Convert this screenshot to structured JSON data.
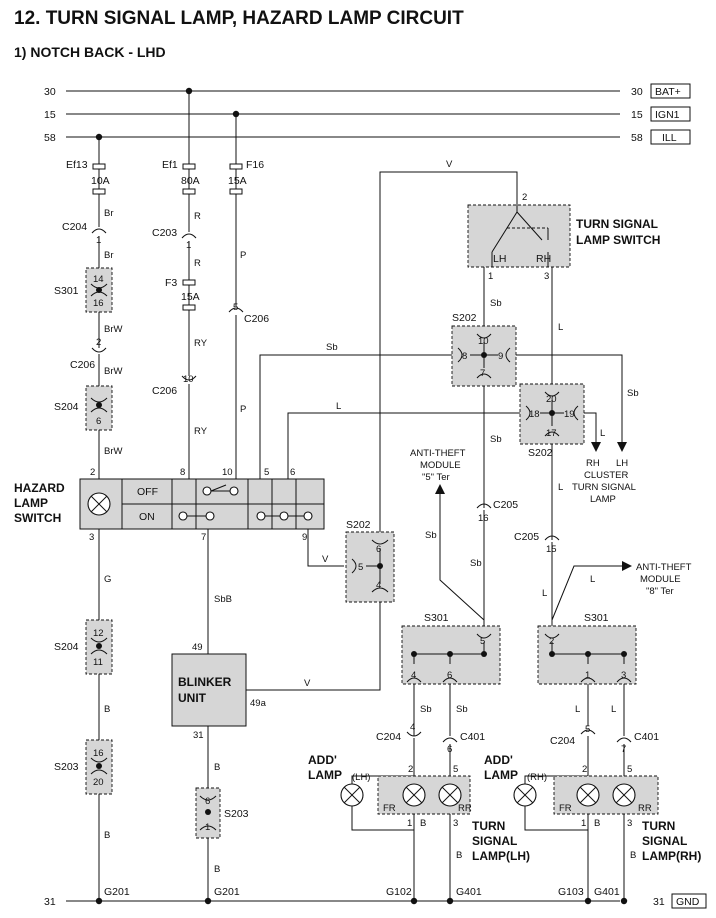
{
  "title": "12. TURN SIGNAL LAMP, HAZARD LAMP CIRCUIT",
  "subtitle": "1)  NOTCH BACK - LHD",
  "rails": {
    "r30": "30",
    "r15": "15",
    "r58": "58",
    "r31": "31",
    "bat": "BAT+",
    "ign": "IGN1",
    "ill": "ILL",
    "gnd": "GND"
  },
  "fuses": {
    "ef13": "Ef13",
    "ef13_amp": "10A",
    "ef1": "Ef1",
    "ef1_amp": "80A",
    "f16": "F16",
    "f16_amp": "15A",
    "f3": "F3",
    "f3_amp": "15A"
  },
  "connectors": {
    "c204": "C204",
    "c203": "C203",
    "c206": "C206",
    "c205": "C205",
    "c401": "C401"
  },
  "splices": {
    "s301": "S301",
    "s204": "S204",
    "s202": "S202",
    "s203": "S203"
  },
  "wires": {
    "br": "Br",
    "brw": "BrW",
    "r": "R",
    "ry": "RY",
    "p": "P",
    "v": "V",
    "sb": "Sb",
    "l": "L",
    "g": "G",
    "b": "B",
    "sbb": "SbB"
  },
  "pins": {
    "p1": "1",
    "p2": "2",
    "p3": "3",
    "p4": "4",
    "p5": "5",
    "p6": "6",
    "p7": "7",
    "p8": "8",
    "p9": "9",
    "p10": "10",
    "p11": "11",
    "p12": "12",
    "p14": "14",
    "p15": "15",
    "p16": "16",
    "p17": "17",
    "p18": "18",
    "p19": "19",
    "p20": "20",
    "p49": "49",
    "p49a": "49a"
  },
  "components": {
    "turn_switch_1": "TURN SIGNAL",
    "turn_switch_2": "LAMP SWITCH",
    "lh": "LH",
    "rh": "RH",
    "hazard_1": "HAZARD",
    "hazard_2": "LAMP",
    "hazard_3": "SWITCH",
    "off": "OFF",
    "on": "ON",
    "blinker_1": "BLINKER",
    "blinker_2": "UNIT",
    "anti_theft_1": "ANTI-THEFT",
    "anti_theft_2": "MODULE",
    "anti_theft_5": "\"5\" Ter",
    "anti_theft_8": "\"8\" Ter",
    "cluster_1": "CLUSTER",
    "cluster_2": "TURN SIGNAL",
    "cluster_3": "LAMP",
    "add_lamp_1": "ADD'",
    "add_lamp_2": "LAMP",
    "lh_paren": "(LH)",
    "rh_paren": "(RH)",
    "fr": "FR",
    "rr": "RR",
    "tsl_1": "TURN",
    "tsl_2": "SIGNAL",
    "tsl_lh": "LAMP(LH)",
    "tsl_rh": "LAMP(RH)"
  },
  "grounds": {
    "g201": "G201",
    "g102": "G102",
    "g401": "G401",
    "g103": "G103"
  }
}
